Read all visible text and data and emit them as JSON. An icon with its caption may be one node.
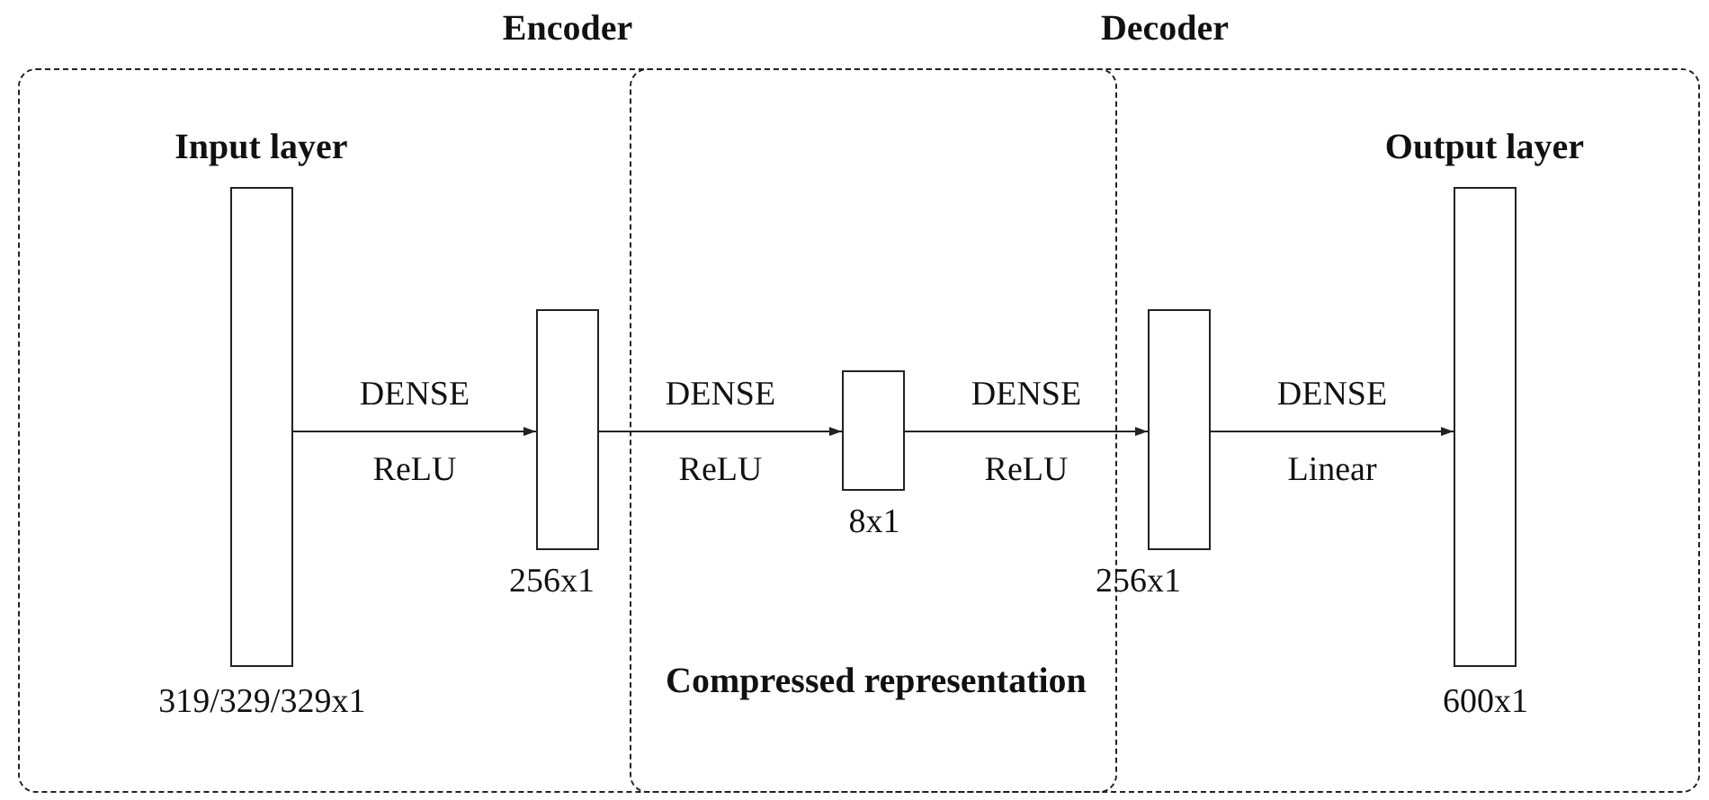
{
  "diagram": {
    "nodes": [
      {
        "text": [
          "Encoder"
        ]
      },
      {
        "text": [
          "Decoder"
        ]
      },
      {
        "text": [
          "Input layer"
        ],
        "in": 0,
        "beside": [
          "319/329/329x1"
        ]
      },
      {
        "text": [],
        "shape": "box",
        "in": 0,
        "beside": [
          "256x1"
        ]
      },
      {
        "text": [],
        "shape": "box",
        "beside": [
          "8x1"
        ]
      },
      {
        "text": [],
        "shape": "box",
        "in": 1,
        "beside": [
          "256x1"
        ]
      },
      {
        "text": [
          "Output layer"
        ],
        "in": 1,
        "beside": [
          "600x1"
        ]
      }
    ],
    "edges": [
      {
        "from": 2,
        "to": 3,
        "arrow": "to",
        "label": "DENSE ReLU"
      },
      {
        "from": 3,
        "to": 4,
        "arrow": "to",
        "label": "DENSE ReLU"
      },
      {
        "from": 4,
        "to": 5,
        "arrow": "to",
        "label": "DENSE ReLU"
      },
      {
        "from": 5,
        "to": 6,
        "arrow": "to",
        "label": "DENSE Linear"
      }
    ],
    "labels": [
      "Compressed representation"
    ]
  }
}
